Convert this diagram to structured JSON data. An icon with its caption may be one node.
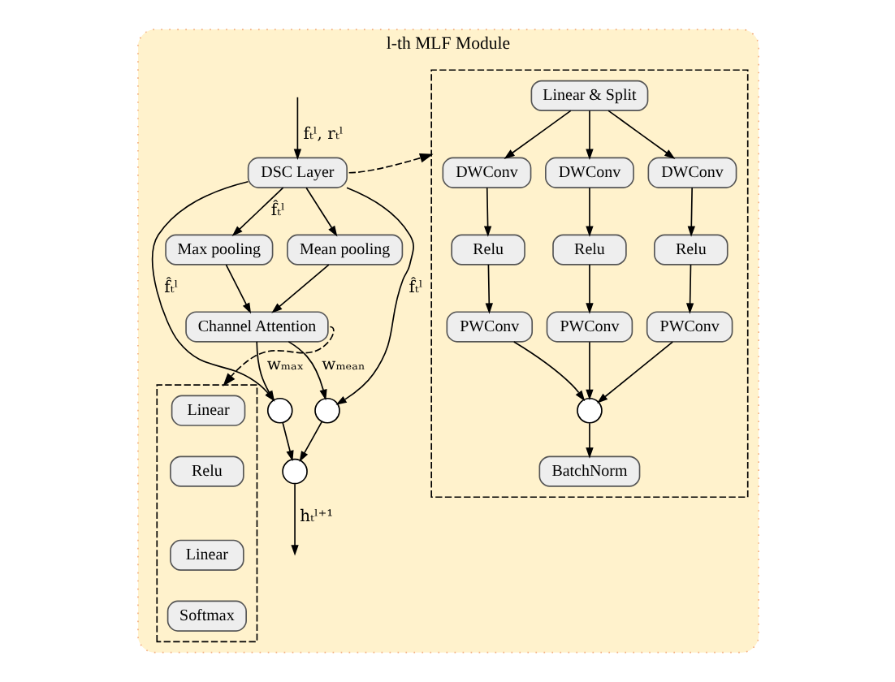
{
  "diagram": {
    "nodes": [
      {
        "text": [
          "l-th MLF Module"
        ]
      },
      {
        "text": [
          "DSC Layer"
        ],
        "in": 0
      },
      {
        "text": [
          "Max pooling"
        ],
        "in": 0
      },
      {
        "text": [
          "Mean pooling"
        ],
        "in": 0
      },
      {
        "text": [
          "Channel Attention"
        ],
        "in": 0
      },
      {
        "text": [],
        "shape": "circle",
        "in": 0
      },
      {
        "text": [],
        "shape": "circle",
        "in": 0
      },
      {
        "text": [],
        "shape": "circle",
        "in": 0
      },
      {
        "text": [],
        "shape": "box",
        "in": 0
      },
      {
        "text": [
          "Linear & Split"
        ],
        "in": 8
      },
      {
        "text": [
          "DWConv"
        ],
        "in": 8
      },
      {
        "text": [
          "DWConv"
        ],
        "in": 8
      },
      {
        "text": [
          "DWConv"
        ],
        "in": 8
      },
      {
        "text": [
          "Relu"
        ],
        "in": 8
      },
      {
        "text": [
          "Relu"
        ],
        "in": 8
      },
      {
        "text": [
          "Relu"
        ],
        "in": 8
      },
      {
        "text": [
          "PWConv"
        ],
        "in": 8
      },
      {
        "text": [
          "PWConv"
        ],
        "in": 8
      },
      {
        "text": [
          "PWConv"
        ],
        "in": 8
      },
      {
        "text": [],
        "shape": "circle",
        "in": 8
      },
      {
        "text": [
          "BatchNorm"
        ],
        "in": 8
      },
      {
        "text": [],
        "shape": "box",
        "in": 0
      },
      {
        "text": [
          "Linear"
        ],
        "in": 21
      },
      {
        "text": [
          "Relu"
        ],
        "in": 21
      },
      {
        "text": [
          "Linear"
        ],
        "in": 21
      },
      {
        "text": [
          "Softmax"
        ],
        "in": 21
      }
    ],
    "edges": [
      {
        "from": null,
        "to": 1,
        "arrow": "to",
        "label": "fₜˡ, rₜˡ"
      },
      {
        "from": 1,
        "to": 2,
        "arrow": "to",
        "label": "f̂ₜˡ"
      },
      {
        "from": 1,
        "to": 3,
        "arrow": "to"
      },
      {
        "from": 1,
        "to": 5,
        "arrow": "to",
        "label": "f̂ₜˡ"
      },
      {
        "from": 1,
        "to": 6,
        "arrow": "to",
        "label": "f̂ₜˡ"
      },
      {
        "from": 2,
        "to": 4,
        "arrow": "to"
      },
      {
        "from": 3,
        "to": 4,
        "arrow": "to"
      },
      {
        "from": 4,
        "to": 5,
        "arrow": "to",
        "label": "wₘₐₓ"
      },
      {
        "from": 4,
        "to": 6,
        "arrow": "to",
        "label": "wₘₑₐₙ"
      },
      {
        "from": 5,
        "to": 7,
        "arrow": "to"
      },
      {
        "from": 6,
        "to": 7,
        "arrow": "to"
      },
      {
        "from": 7,
        "to": null,
        "arrow": "to",
        "label": "hₜˡ⁺¹"
      },
      {
        "from": 1,
        "to": 8,
        "arrow": "to",
        "style": "dashed"
      },
      {
        "from": 4,
        "to": 21,
        "arrow": "to",
        "style": "dashed"
      },
      {
        "from": 9,
        "to": 10,
        "arrow": "to"
      },
      {
        "from": 9,
        "to": 11,
        "arrow": "to"
      },
      {
        "from": 9,
        "to": 12,
        "arrow": "to"
      },
      {
        "from": 10,
        "to": 13,
        "arrow": "to"
      },
      {
        "from": 11,
        "to": 14,
        "arrow": "to"
      },
      {
        "from": 12,
        "to": 15,
        "arrow": "to"
      },
      {
        "from": 13,
        "to": 16,
        "arrow": "to"
      },
      {
        "from": 14,
        "to": 17,
        "arrow": "to"
      },
      {
        "from": 15,
        "to": 18,
        "arrow": "to"
      },
      {
        "from": 16,
        "to": 19,
        "arrow": "to"
      },
      {
        "from": 17,
        "to": 19,
        "arrow": "to"
      },
      {
        "from": 18,
        "to": 19,
        "arrow": "to"
      },
      {
        "from": 19,
        "to": 20,
        "arrow": "to"
      }
    ]
  }
}
